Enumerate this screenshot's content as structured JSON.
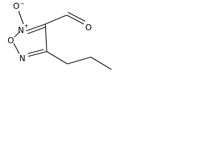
{
  "molecule": {
    "atoms": {
      "n_oxide": "N",
      "n_oxide_charge": "+",
      "oxide_o": "O",
      "oxide_o_charge": "−",
      "ring_o": "O",
      "ring_n": "N",
      "aldehyde_o": "O"
    },
    "colors": {
      "bond": "#000000",
      "label": "#000000",
      "background": "#ffffff"
    }
  }
}
